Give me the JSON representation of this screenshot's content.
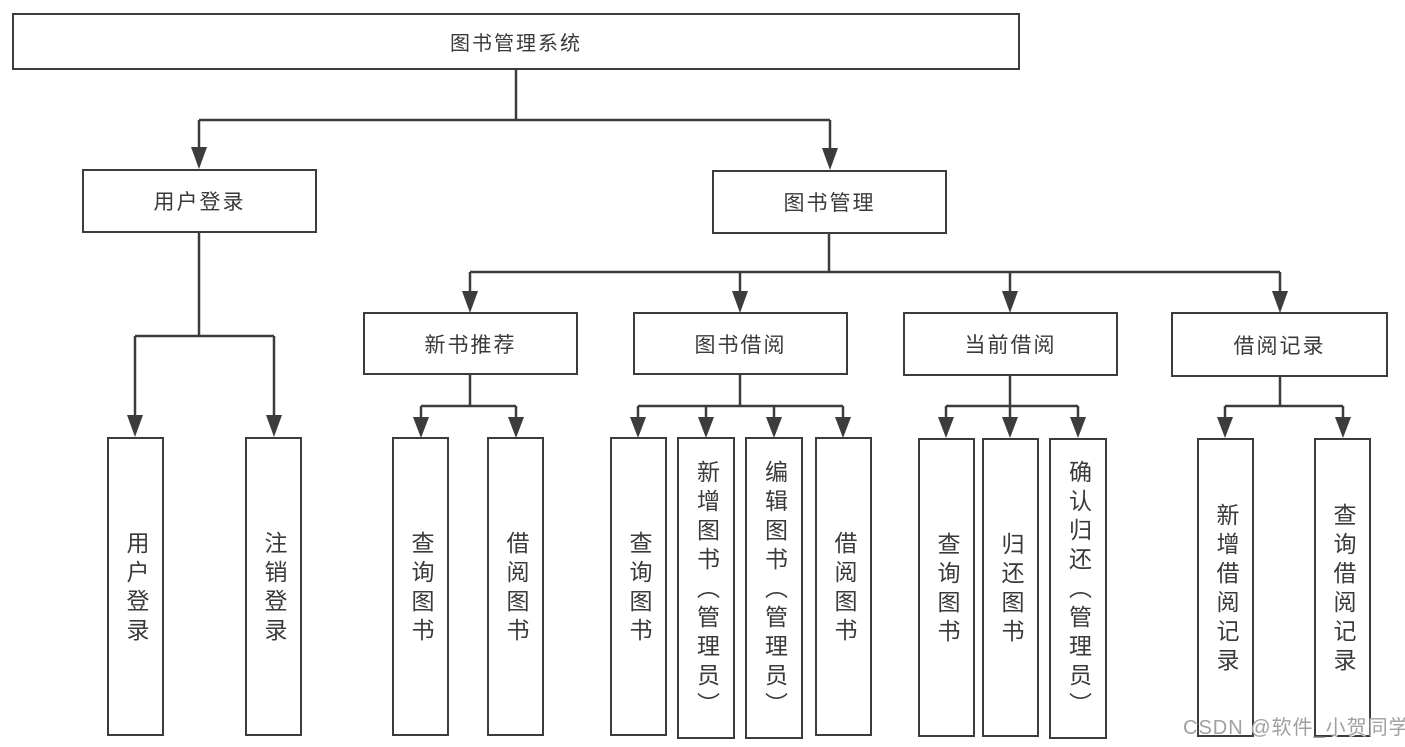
{
  "diagram": {
    "title": "图书管理系统",
    "level2": {
      "user_login": "用户登录",
      "book_management": "图书管理"
    },
    "level3": {
      "new_book_recommend": "新书推荐",
      "book_borrowing": "图书借阅",
      "current_borrowing": "当前借阅",
      "borrowing_records": "借阅记录"
    },
    "leaves": {
      "user_login_group": {
        "user_login": "用户登录",
        "logout": "注销登录"
      },
      "new_book_group": {
        "query_books": "查询图书",
        "borrow_books": "借阅图书"
      },
      "book_borrowing_group": {
        "query_books": "查询图书",
        "add_books_admin": "新增图书（管理员）",
        "edit_books_admin": "编辑图书（管理员）",
        "borrow_books": "借阅图书"
      },
      "current_borrowing_group": {
        "query_books": "查询图书",
        "return_books": "归还图书",
        "confirm_return_admin": "确认归还（管理员）"
      },
      "records_group": {
        "add_borrow_record": "新增借阅记录",
        "query_borrow_record": "查询借阅记录"
      }
    }
  },
  "watermark": "CSDN @软件_小贺同学",
  "colors": {
    "line": "#3c3c3c",
    "text": "#3a3a3a",
    "background": "#ffffff",
    "watermark": "#a0a0a0"
  }
}
